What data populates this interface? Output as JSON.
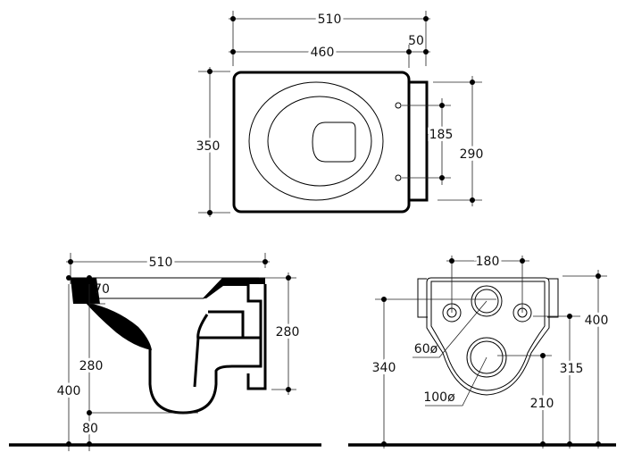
{
  "top_view": {
    "width_total": "510",
    "width_body": "460",
    "tank_depth": "50",
    "depth": "350",
    "fixing_spacing": "185",
    "tank_height": "290"
  },
  "side_view": {
    "length": "510",
    "rim_thickness": "70",
    "height_total": "400",
    "inner_height": "280",
    "wall_height": "280",
    "front_offset": "80"
  },
  "rear_view": {
    "fixing_spacing": "180",
    "inlet_diameter": "60ø",
    "outlet_diameter": "100ø",
    "inlet_height": "340",
    "top_height": "400",
    "fixing_height": "315",
    "outlet_height": "210"
  }
}
